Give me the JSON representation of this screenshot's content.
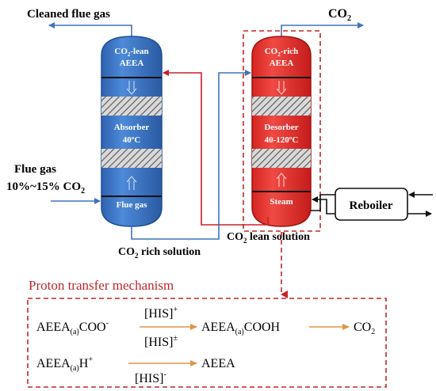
{
  "labels": {
    "cleaned_flue_gas": "Cleaned flue gas",
    "co2_top": "CO",
    "co2_top_sub": "2",
    "flue_gas": "Flue gas",
    "flue_gas_conc": "10%~15% CO",
    "flue_gas_conc_sub": "2",
    "co2_lean_solution_pre": "CO",
    "co2_lean_solution_sub": "2",
    "co2_lean_solution_post": " lean solution",
    "co2_rich_solution_pre": "CO",
    "co2_rich_solution_sub": "2",
    "co2_rich_solution_post": " rich solution"
  },
  "absorber": {
    "top_label_pre": "CO",
    "top_label_sub": "2",
    "top_label_post": "-lean",
    "top_label2": "AEEA",
    "name": "Absorber",
    "temp": "40ºC",
    "bottom_label": "Flue gas",
    "color": "#3a78c9"
  },
  "desorber": {
    "top_label_pre": "CO",
    "top_label_sub": "2",
    "top_label_post": "-rich",
    "top_label2": "AEEA",
    "name": "Desorber",
    "temp": "40-120ºC",
    "bottom_label": "Steam",
    "color": "#e8312f"
  },
  "reboiler": {
    "label": "Reboiler"
  },
  "mechanism": {
    "title": "Proton transfer mechanism",
    "r1_left_main": "AEEA",
    "r1_left_sub": "(a)",
    "r1_left_tail": "COO",
    "r1_left_sup": "-",
    "r1_cat_top": "[HIS]",
    "r1_cat_top_sup": "+",
    "r1_cat_bottom": "[HIS]",
    "r1_cat_bottom_sup": "±",
    "r1_mid_main": "AEEA",
    "r1_mid_sub": "(a)",
    "r1_mid_tail": "COOH",
    "r1_right_main": "CO",
    "r1_right_sub": "2",
    "r2_left_main": "AEEA",
    "r2_left_sub": "(a)",
    "r2_left_tail": "H",
    "r2_left_sup": "+",
    "r2_cat": "[HIS]",
    "r2_cat_sup": "-",
    "r2_right": "AEEA"
  },
  "colors": {
    "blue_line": "#3f74b8",
    "red_line": "#c8202a",
    "arrow_orange": "#e0954a",
    "dash_red": "#c0282a",
    "title_red": "#c0282a"
  }
}
